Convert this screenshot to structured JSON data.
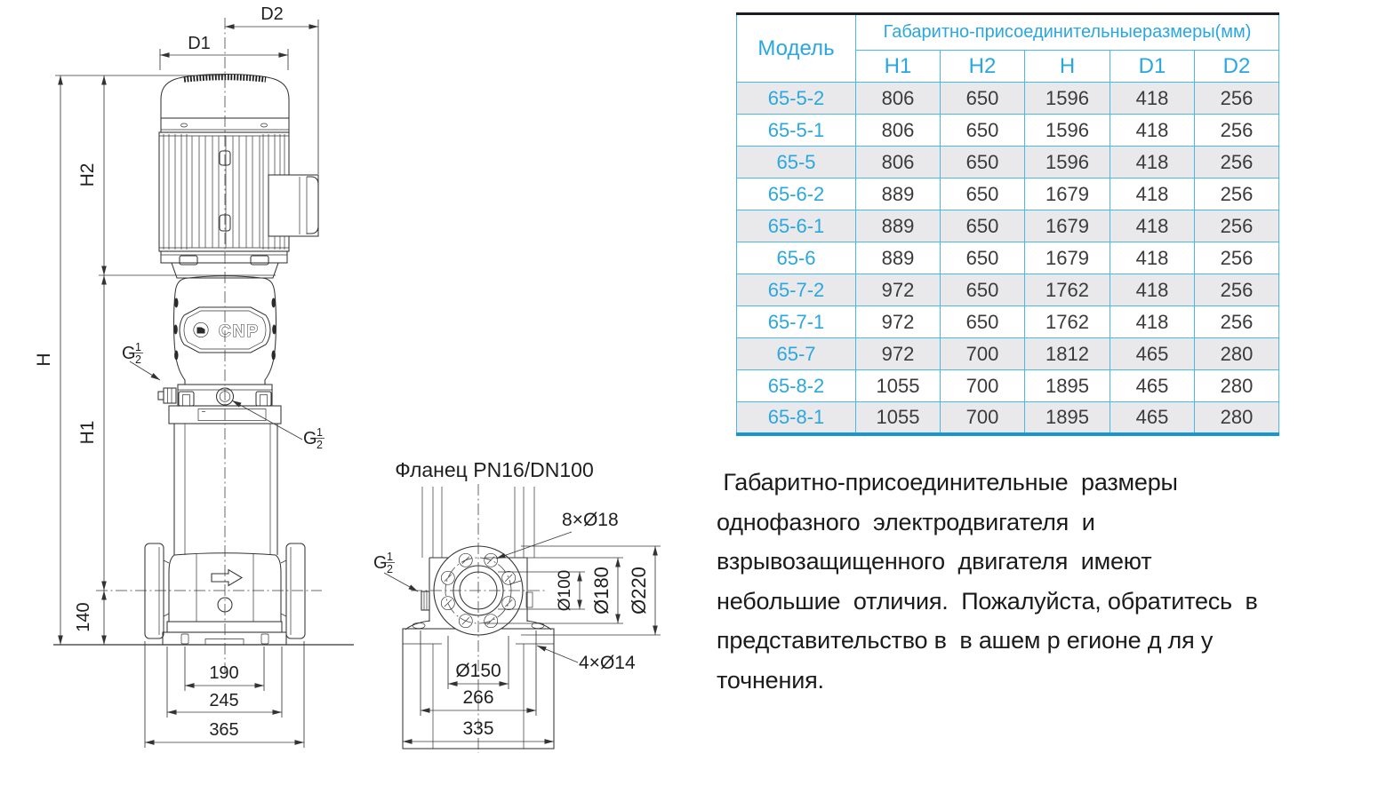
{
  "table": {
    "col_model": "Модель",
    "col_group": "Габаритно-присоединительныеразмеры(мм)",
    "columns": [
      "H1",
      "H2",
      "H",
      "D1",
      "D2"
    ],
    "rows": [
      {
        "model": "65-5-2",
        "values": [
          "806",
          "650",
          "1596",
          "418",
          "256"
        ]
      },
      {
        "model": "65-5-1",
        "values": [
          "806",
          "650",
          "1596",
          "418",
          "256"
        ]
      },
      {
        "model": "65-5",
        "values": [
          "806",
          "650",
          "1596",
          "418",
          "256"
        ]
      },
      {
        "model": "65-6-2",
        "values": [
          "889",
          "650",
          "1679",
          "418",
          "256"
        ]
      },
      {
        "model": "65-6-1",
        "values": [
          "889",
          "650",
          "1679",
          "418",
          "256"
        ]
      },
      {
        "model": "65-6",
        "values": [
          "889",
          "650",
          "1679",
          "418",
          "256"
        ]
      },
      {
        "model": "65-7-2",
        "values": [
          "972",
          "650",
          "1762",
          "418",
          "256"
        ]
      },
      {
        "model": "65-7-1",
        "values": [
          "972",
          "650",
          "1762",
          "418",
          "256"
        ]
      },
      {
        "model": "65-7",
        "values": [
          "972",
          "700",
          "1812",
          "465",
          "280"
        ]
      },
      {
        "model": "65-8-2",
        "values": [
          "1055",
          "700",
          "1895",
          "465",
          "280"
        ]
      },
      {
        "model": "65-8-1",
        "values": [
          "1055",
          "700",
          "1895",
          "465",
          "280"
        ]
      }
    ]
  },
  "note": {
    "text": " Габаритно-присоединительные  размеры\nоднофазного  электродвигателя  и\nвзрывозащищенного  двигателя  имеют\nнебольшие  отличия.  Пожалуйста, обратитесь  в\nпредставительство в  в ашем р егионе д ля у\nточнения."
  },
  "drawing": {
    "pump_view": {
      "brand": "CNP",
      "dim_d1": "D1",
      "dim_d2": "D2",
      "dim_h": "H",
      "dim_h1": "H1",
      "dim_h2": "H2",
      "dim_140": "140",
      "dim_190": "190",
      "dim_245": "245",
      "dim_365": "365",
      "thread_g": "G",
      "thread_num": "1",
      "thread_den": "2"
    },
    "flange_view": {
      "title": "Фланец PN16/DN100",
      "bolt_holes": "8×Ø18",
      "base_holes": "4×Ø14",
      "dim_d100": "Ø100",
      "dim_d180": "Ø180",
      "dim_d220": "Ø220",
      "dim_d150": "Ø150",
      "dim_266": "266",
      "dim_335": "335",
      "thread_g": "G",
      "thread_num": "1",
      "thread_den": "2"
    }
  },
  "colors": {
    "accent_blue": "#2aa7e0",
    "table_border": "#49b8ea",
    "table_top_border": "#1b1b26",
    "table_bottom_border": "#1697d4",
    "row_shaded": "#e9e9ec",
    "line_color": "#333333"
  }
}
